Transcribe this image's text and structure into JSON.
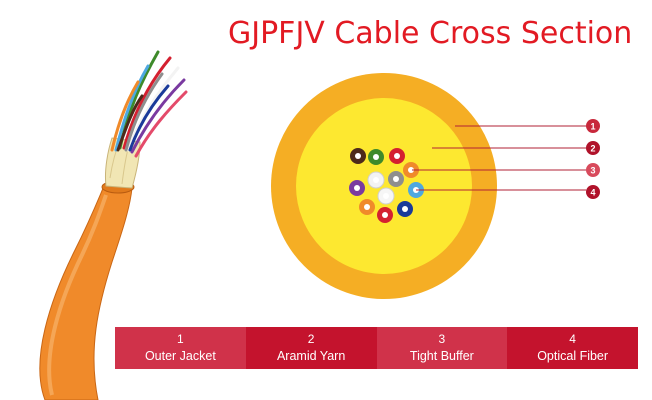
{
  "title": "GJPFJV Cable Cross Section",
  "callouts": [
    "1",
    "2",
    "3",
    "4"
  ],
  "legend": [
    {
      "number": "1",
      "label": "Outer Jacket"
    },
    {
      "number": "2",
      "label": "Aramid Yarn"
    },
    {
      "number": "3",
      "label": "Tight Buffer"
    },
    {
      "number": "4",
      "label": "Optical Fiber"
    }
  ],
  "colors": {
    "title": "#e21a23",
    "jacket": "#f5ae24",
    "aramid": "#fde830",
    "callout_line": "#b22234",
    "legend_light": "#d0324a",
    "legend_dark": "#c4132d",
    "cable": "#f08a2a"
  },
  "fiber_colors": [
    "#4d2a1a",
    "#d42030",
    "#3e8a2a",
    "#f08a2a",
    "#f3f3f3",
    "#8e8e8e",
    "#c8c8c8",
    "#7a3aa0",
    "#4ea8e0",
    "#f08a2a",
    "#e44a6a",
    "#d42030",
    "#1a3a9a"
  ]
}
